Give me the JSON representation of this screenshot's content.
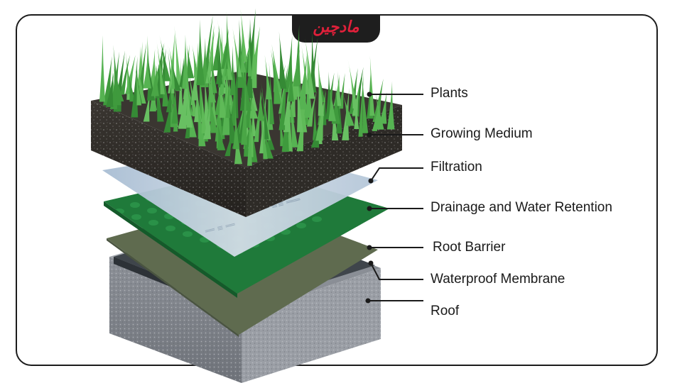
{
  "logo": {
    "text": "مادچین",
    "accent_color": "#e0203a"
  },
  "layers": [
    {
      "id": "plants",
      "label": "Plants"
    },
    {
      "id": "growing-medium",
      "label": "Growing Medium"
    },
    {
      "id": "filtration",
      "label": "Filtration"
    },
    {
      "id": "drainage",
      "label": "Drainage and Water Retention"
    },
    {
      "id": "root-barrier",
      "label": "Root Barrier"
    },
    {
      "id": "waterproof-membrane",
      "label": "Waterproof Membrane"
    },
    {
      "id": "roof",
      "label": "Roof"
    }
  ],
  "colors": {
    "grass": "#4fa84a",
    "soil": "#2e2b27",
    "filtration": "#b9c9d8",
    "drainage": "#1f7a3a",
    "root_barrier": "#5f6b4f",
    "membrane": "#3f454b",
    "roof": "#8f939a"
  }
}
